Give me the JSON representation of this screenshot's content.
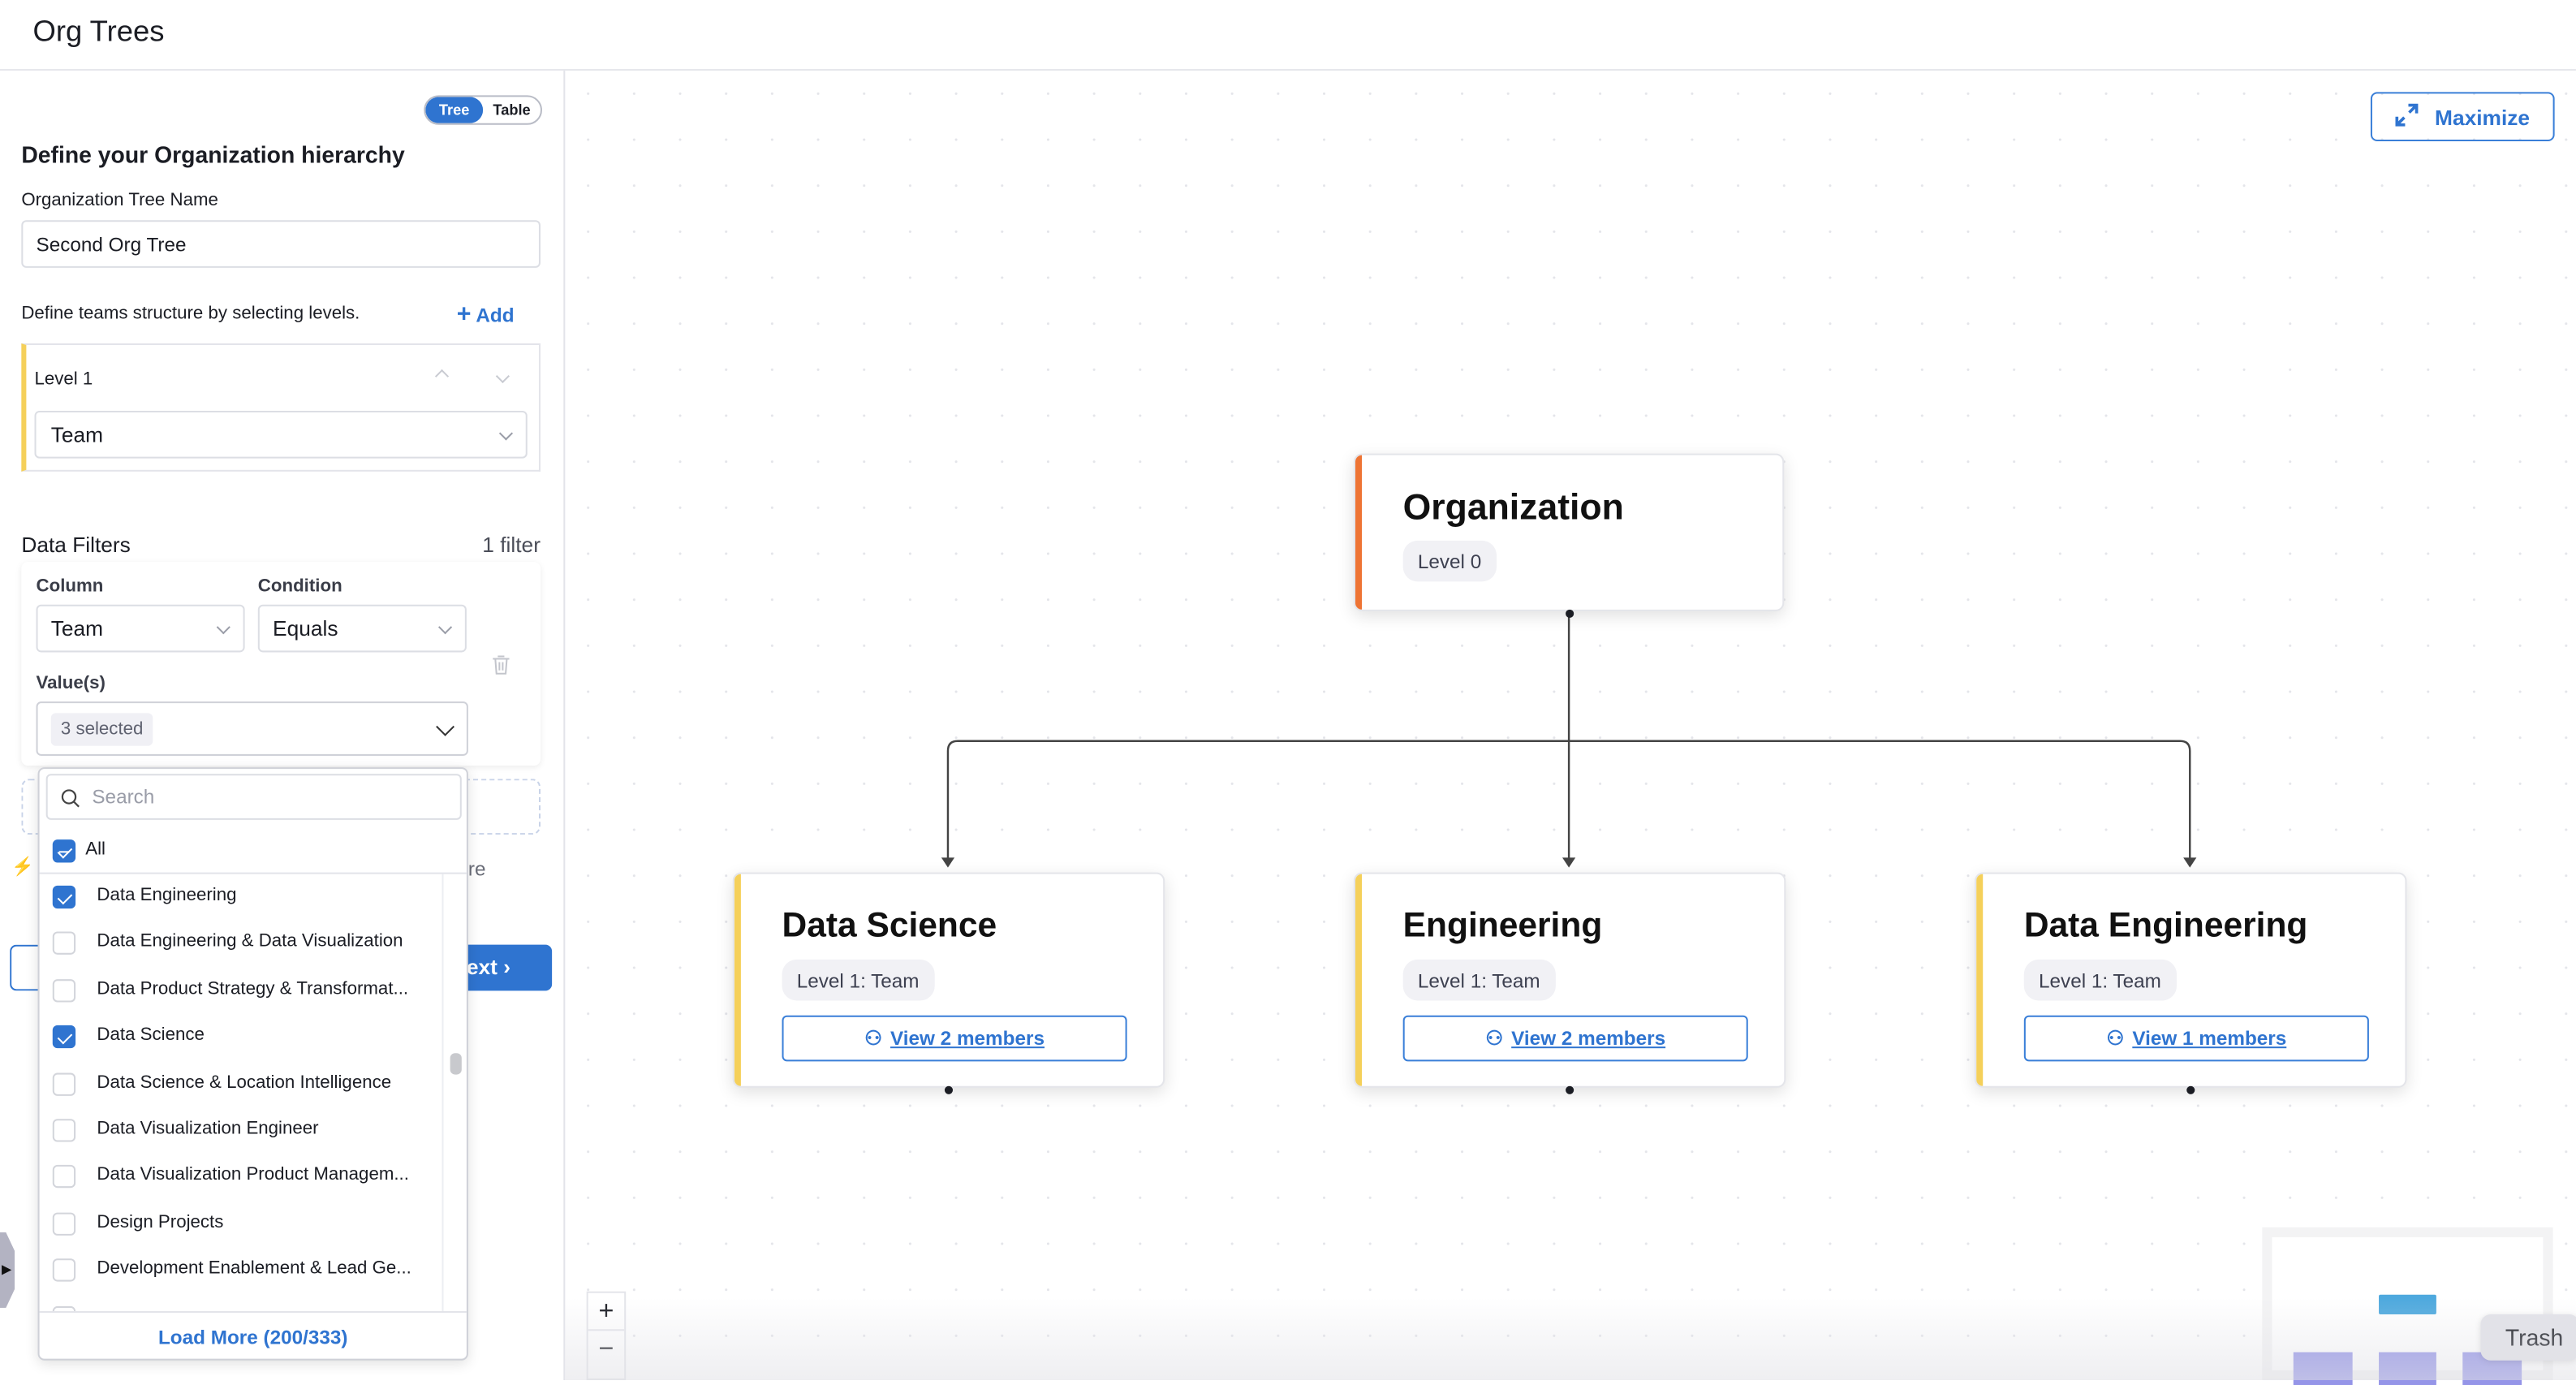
{
  "header": {
    "title": "Org Trees"
  },
  "panel": {
    "view_toggle": {
      "options": [
        "Tree",
        "Table"
      ],
      "selected": "Tree"
    },
    "heading": "Define your Organization hierarchy",
    "tree_name_label": "Organization Tree Name",
    "tree_name_value": "Second Org Tree",
    "levels_hint": "Define teams structure by selecting levels.",
    "add_label": "Add",
    "levels": [
      {
        "label": "Level 1",
        "value": "Team"
      }
    ],
    "filters_label": "Data Filters",
    "filters_count": "1 filter",
    "filter": {
      "column_label": "Column",
      "column_value": "Team",
      "condition_label": "Condition",
      "condition_value": "Equals",
      "values_label": "Value(s)",
      "values_chip": "3 selected"
    },
    "partial_text": "re",
    "next_label": "ext"
  },
  "dropdown": {
    "search_placeholder": "Search",
    "all_label": "All",
    "items": [
      {
        "label": "Data Engineering",
        "checked": true
      },
      {
        "label": "Data Engineering & Data Visualization",
        "checked": false
      },
      {
        "label": "Data Product Strategy & Transformat...",
        "checked": false
      },
      {
        "label": "Data Science",
        "checked": true
      },
      {
        "label": "Data Science & Location Intelligence",
        "checked": false
      },
      {
        "label": "Data Visualization Engineer",
        "checked": false
      },
      {
        "label": "Data Visualization Product Managem...",
        "checked": false
      },
      {
        "label": "Design Projects",
        "checked": false
      },
      {
        "label": "Development Enablement & Lead Ge...",
        "checked": false
      }
    ],
    "load_more": "Load More (200/333)"
  },
  "canvas": {
    "maximize_label": "Maximize",
    "root": {
      "title": "Organization",
      "level": "Level 0",
      "color": "#ee7434"
    },
    "children": [
      {
        "title": "Data Science",
        "level": "Level 1: Team",
        "members": "View 2 members",
        "color": "#f5d05a"
      },
      {
        "title": "Engineering",
        "level": "Level 1: Team",
        "members": "View 2 members",
        "color": "#f5d05a"
      },
      {
        "title": "Data Engineering",
        "level": "Level 1: Team",
        "members": "View 1 members",
        "color": "#f5d05a"
      }
    ],
    "zoom_in": "+",
    "zoom_out": "−",
    "tooltip": "Trash"
  },
  "colors": {
    "accent": "#2f74d0",
    "root_bar": "#ee7434",
    "level_bar": "#f5d05a",
    "minimap_root": "#4ea9de",
    "minimap_child": "#9595e8"
  }
}
